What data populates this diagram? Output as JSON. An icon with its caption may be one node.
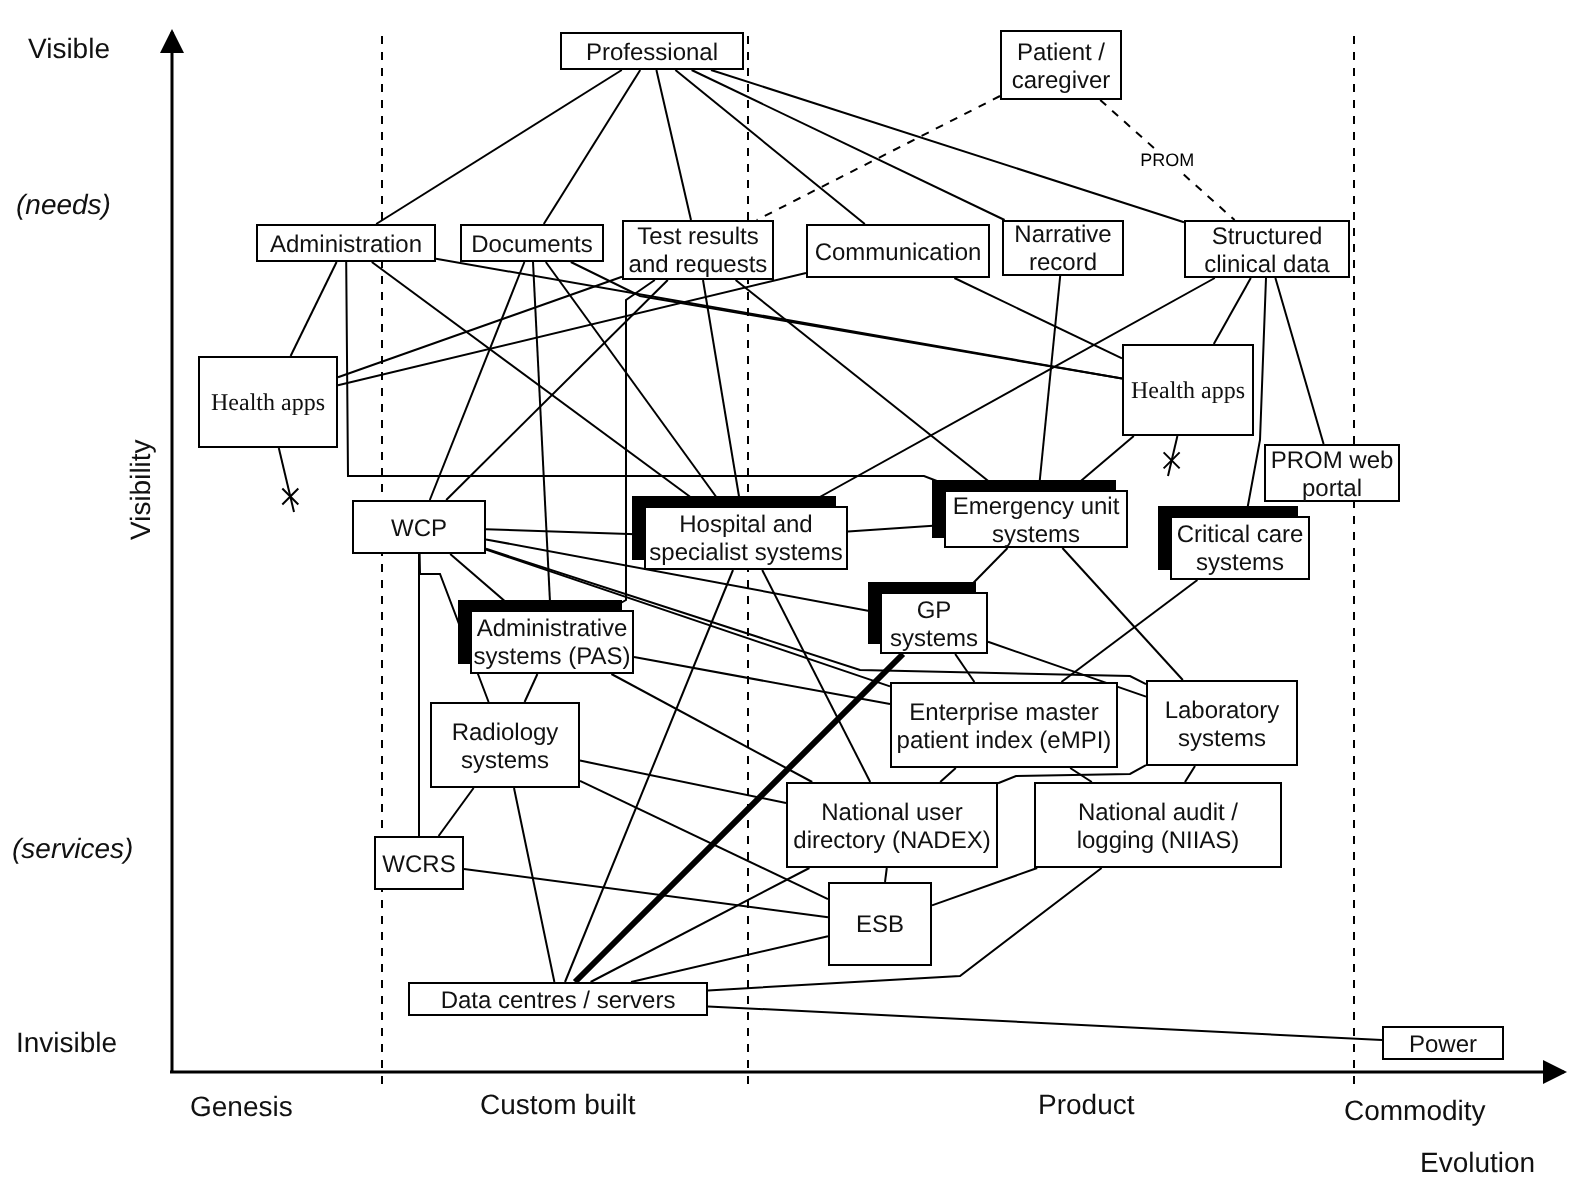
{
  "diagram": {
    "nodes": [
      {
        "text": [
          "Professional"
        ]
      },
      {
        "text": [
          "Patient / caregiver"
        ]
      },
      {
        "text": [
          "Administration"
        ]
      },
      {
        "text": [
          "Documents"
        ]
      },
      {
        "text": [
          "Test results and requests"
        ]
      },
      {
        "text": [
          "Communication"
        ]
      },
      {
        "text": [
          "Narrative record"
        ]
      },
      {
        "text": [
          "Structured clinical data"
        ]
      },
      {
        "text": [
          "Health apps"
        ]
      },
      {
        "text": [
          "Health apps"
        ]
      },
      {
        "text": [
          "PROM web portal"
        ]
      },
      {
        "text": [
          "WCP"
        ]
      },
      {
        "text": [
          "Hospital and specialist systems"
        ]
      },
      {
        "text": [
          "Emergency unit systems"
        ]
      },
      {
        "text": [
          "Critical care systems"
        ]
      },
      {
        "text": [
          "Administrative systems (PAS)"
        ]
      },
      {
        "text": [
          "GP systems"
        ]
      },
      {
        "text": [
          "Radiology systems"
        ]
      },
      {
        "text": [
          "Enterprise master patient index (eMPI)"
        ]
      },
      {
        "text": [
          "Laboratory systems"
        ]
      },
      {
        "text": [
          "National user directory (NADEX)"
        ]
      },
      {
        "text": [
          "National audit / logging (NIIAS)"
        ]
      },
      {
        "text": [
          "WCRS"
        ]
      },
      {
        "text": [
          "ESB"
        ]
      },
      {
        "text": [
          "Data centres / servers"
        ]
      },
      {
        "text": [
          "Power"
        ]
      }
    ],
    "edges": [
      {
        "from": 0,
        "to": 2,
        "arrow": "none"
      },
      {
        "from": 0,
        "to": 3,
        "arrow": "none"
      },
      {
        "from": 0,
        "to": 4,
        "arrow": "none"
      },
      {
        "from": 0,
        "to": 5,
        "arrow": "none"
      },
      {
        "from": 0,
        "to": 6,
        "arrow": "none"
      },
      {
        "from": 0,
        "to": 7,
        "arrow": "none"
      },
      {
        "from": 1,
        "to": 4,
        "arrow": "none",
        "style": "dashed"
      },
      {
        "from": 1,
        "to": 7,
        "arrow": "none",
        "style": "dashed",
        "label": "PROM"
      },
      {
        "from": 2,
        "to": 8,
        "arrow": "none"
      },
      {
        "from": 2,
        "to": 12,
        "arrow": "none"
      },
      {
        "from": 2,
        "to": 9,
        "arrow": "none"
      },
      {
        "from": 2,
        "to": 13,
        "arrow": "none"
      },
      {
        "from": 3,
        "to": 11,
        "arrow": "none"
      },
      {
        "from": 3,
        "to": 15,
        "arrow": "none"
      },
      {
        "from": 3,
        "to": 12,
        "arrow": "none"
      },
      {
        "from": 3,
        "to": 9,
        "arrow": "none"
      },
      {
        "from": 4,
        "to": 11,
        "arrow": "none"
      },
      {
        "from": 4,
        "to": 12,
        "arrow": "none"
      },
      {
        "from": 4,
        "to": 15,
        "arrow": "none"
      },
      {
        "from": 4,
        "to": 13,
        "arrow": "none"
      },
      {
        "from": 5,
        "to": 8,
        "arrow": "none"
      },
      {
        "from": 5,
        "to": 9,
        "arrow": "none"
      },
      {
        "from": 4,
        "to": 8,
        "arrow": "none"
      },
      {
        "from": 6,
        "to": 13,
        "arrow": "none"
      },
      {
        "from": 7,
        "to": 9,
        "arrow": "none"
      },
      {
        "from": 7,
        "to": 12,
        "arrow": "none"
      },
      {
        "from": 7,
        "to": 14,
        "arrow": "none"
      },
      {
        "from": 7,
        "to": 10,
        "arrow": "none"
      },
      {
        "from": 9,
        "to": 13,
        "arrow": "none"
      },
      {
        "from": 11,
        "to": 12,
        "arrow": "none"
      },
      {
        "from": 12,
        "to": 13,
        "arrow": "none"
      },
      {
        "from": 11,
        "to": 15,
        "arrow": "none"
      },
      {
        "from": 11,
        "to": 16,
        "arrow": "none"
      },
      {
        "from": 11,
        "to": 18,
        "arrow": "none"
      },
      {
        "from": 11,
        "to": 19,
        "arrow": "none"
      },
      {
        "from": 11,
        "to": 17,
        "arrow": "none"
      },
      {
        "from": 11,
        "to": 22,
        "arrow": "none"
      },
      {
        "from": 12,
        "to": 24,
        "arrow": "none"
      },
      {
        "from": 12,
        "to": 20,
        "arrow": "none"
      },
      {
        "from": 13,
        "to": 16,
        "arrow": "none"
      },
      {
        "from": 13,
        "to": 19,
        "arrow": "none"
      },
      {
        "from": 14,
        "to": 18,
        "arrow": "none"
      },
      {
        "from": 15,
        "to": 17,
        "arrow": "none"
      },
      {
        "from": 15,
        "to": 18,
        "arrow": "none"
      },
      {
        "from": 15,
        "to": 20,
        "arrow": "none"
      },
      {
        "from": 16,
        "to": 18,
        "arrow": "none"
      },
      {
        "from": 16,
        "to": 19,
        "arrow": "none"
      },
      {
        "from": 16,
        "to": 24,
        "arrow": "none",
        "style": "thick"
      },
      {
        "from": 17,
        "to": 20,
        "arrow": "none"
      },
      {
        "from": 17,
        "to": 23,
        "arrow": "none"
      },
      {
        "from": 17,
        "to": 24,
        "arrow": "none"
      },
      {
        "from": 22,
        "to": 17,
        "arrow": "none"
      },
      {
        "from": 22,
        "to": 23,
        "arrow": "none"
      },
      {
        "from": 18,
        "to": 20,
        "arrow": "none"
      },
      {
        "from": 18,
        "to": 21,
        "arrow": "none"
      },
      {
        "from": 19,
        "to": 20,
        "arrow": "none"
      },
      {
        "from": 19,
        "to": 21,
        "arrow": "none"
      },
      {
        "from": 21,
        "to": 23,
        "arrow": "none"
      },
      {
        "from": 20,
        "to": 23,
        "arrow": "none"
      },
      {
        "from": 24,
        "to": 20,
        "arrow": "none"
      },
      {
        "from": 24,
        "to": 21,
        "arrow": "none"
      },
      {
        "from": 24,
        "to": 23,
        "arrow": "none"
      },
      {
        "from": 24,
        "to": 25,
        "arrow": "none"
      },
      {
        "from": 8,
        "to": null,
        "arrow": "none"
      },
      {
        "from": 9,
        "to": null,
        "arrow": "none"
      }
    ],
    "labels": [
      "Visible",
      "(needs)",
      "Visibility",
      "(services)",
      "Invisible",
      "Genesis",
      "Custom built",
      "Product",
      "Commodity",
      "Evolution"
    ]
  }
}
